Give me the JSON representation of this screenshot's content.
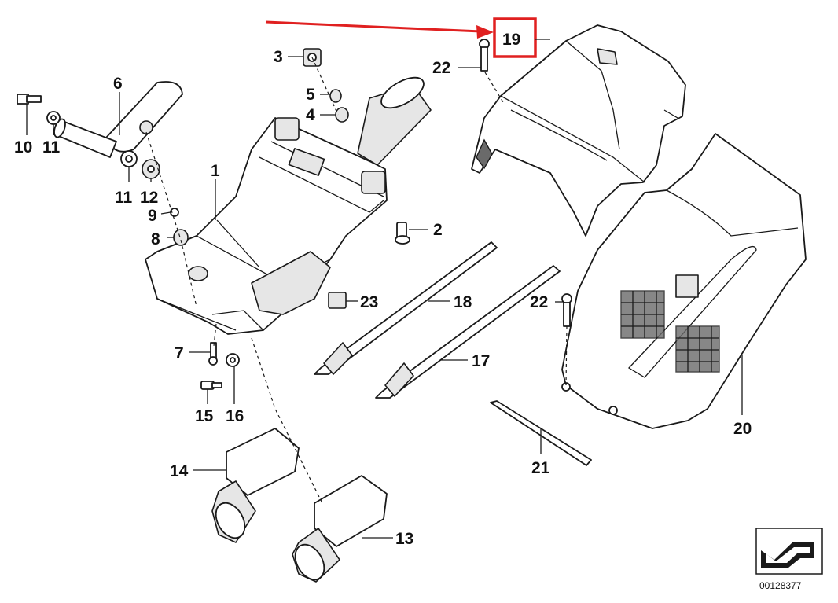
{
  "labels": {
    "p1": "1",
    "p2": "2",
    "p3": "3",
    "p4": "4",
    "p5": "5",
    "p6": "6",
    "p7": "7",
    "p8": "8",
    "p9": "9",
    "p10": "10",
    "p11a": "11",
    "p11b": "11",
    "p12": "12",
    "p13": "13",
    "p14": "14",
    "p15": "15",
    "p16": "16",
    "p17": "17",
    "p18": "18",
    "p19": "19",
    "p20": "20",
    "p21": "21",
    "p22a": "22",
    "p22b": "22",
    "p23": "23"
  },
  "reference_number": "00128377",
  "highlight": {
    "target": "19",
    "color": "#e02020"
  }
}
